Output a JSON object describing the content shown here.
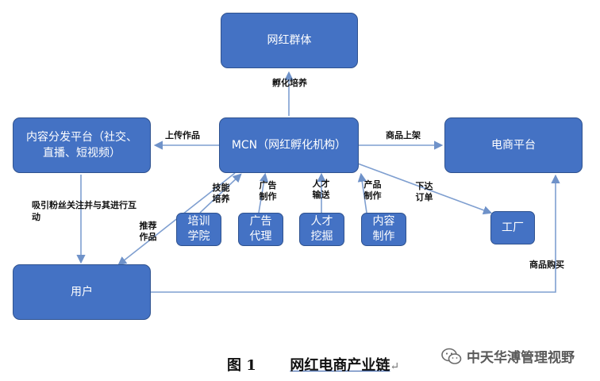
{
  "nodes": {
    "wanghong": "网红群体",
    "mcn": "MCN（网红孵化机构）",
    "content_platform": "内容分发平台（社交、直播、短视频）",
    "ecommerce": "电商平台",
    "factory": "工厂",
    "user": "用户",
    "training": "培训学院",
    "ad_agency": "广告代理",
    "talent": "人才挖掘",
    "content_making": "内容制作"
  },
  "edges": {
    "incubation": "孵化培养",
    "upload": "上传作品",
    "goods_listing": "商品上架",
    "place_order": "下达订单",
    "attract": "吸引粉丝关注并与其进行互动",
    "recommend": "推荐作品",
    "skill_training": "技能培养",
    "ad_making": "广告制作",
    "talent_delivery": "人才输送",
    "product_making": "产品制作",
    "purchase": "商品购买"
  },
  "caption": {
    "figure": "图 1",
    "title": "网红电商产业链",
    "return_mark": "↵"
  },
  "watermark": "中天华溥管理视野",
  "colors": {
    "box_fill": "#4472c4",
    "box_border": "#2f528f",
    "arrow": "#7f9fd0"
  }
}
